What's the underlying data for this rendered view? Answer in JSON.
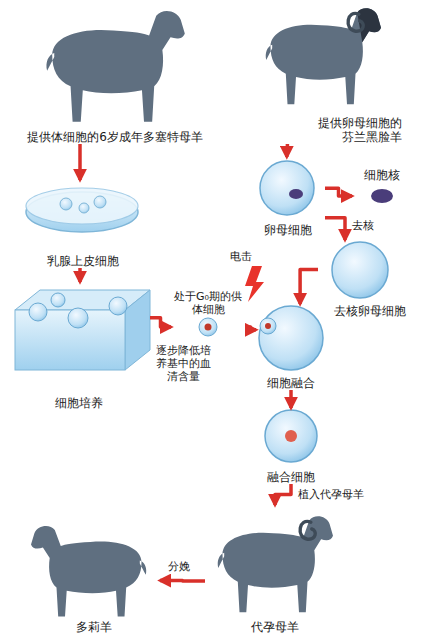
{
  "diagram": {
    "nodes": [
      {
        "text": [
          "提供体细胞的6岁成年多塞特母羊"
        ]
      },
      {
        "text": [
          "乳腺上皮细胞"
        ]
      },
      {
        "text": [
          "细胞培养"
        ]
      },
      {
        "text": [
          "处于G₀期的供体细胞"
        ]
      },
      {
        "text": [
          "提供卵母细胞的芬兰黑脸羊"
        ]
      },
      {
        "text": [
          "卵母细胞"
        ]
      },
      {
        "text": [
          "细胞核"
        ]
      },
      {
        "text": [
          "去核卵母细胞"
        ]
      },
      {
        "text": [
          "细胞融合"
        ]
      },
      {
        "text": [
          "融合细胞"
        ]
      },
      {
        "text": [
          "代孕母羊"
        ]
      },
      {
        "text": [
          "多莉羊"
        ]
      }
    ],
    "edges": [
      {
        "from": 0,
        "to": 1,
        "arrow": "to"
      },
      {
        "from": 1,
        "to": 2,
        "arrow": "to"
      },
      {
        "from": 2,
        "to": 3,
        "arrow": "to"
      },
      {
        "from": 3,
        "to": 8,
        "arrow": "to"
      },
      {
        "from": 4,
        "to": 5,
        "arrow": "to"
      },
      {
        "from": 5,
        "to": 6,
        "arrow": "to"
      },
      {
        "from": 5,
        "to": 7,
        "label": "去核",
        "arrow": "to"
      },
      {
        "from": 7,
        "to": 8,
        "arrow": "to"
      },
      {
        "from": 8,
        "to": 9,
        "arrow": "to"
      },
      {
        "from": 9,
        "to": 10,
        "label": "植入代孕母羊",
        "arrow": "to"
      },
      {
        "from": 10,
        "to": 11,
        "label": "分娩",
        "arrow": "to"
      }
    ],
    "labels": [
      "电击",
      "逐步降低培养基中的血清含量"
    ]
  }
}
